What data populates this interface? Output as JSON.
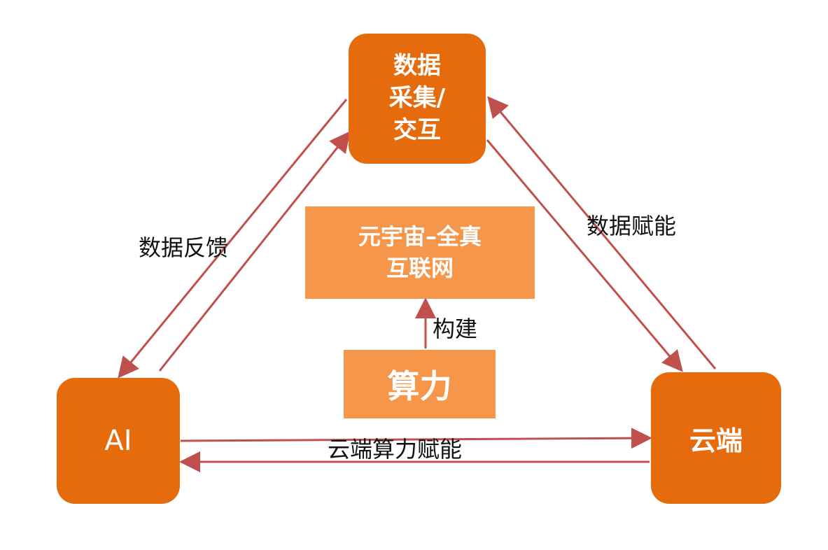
{
  "nodes": {
    "data_collection": {
      "lines": [
        "数据",
        "采集/",
        "交互"
      ]
    },
    "ai": {
      "label": "AI"
    },
    "cloud": {
      "label": "云端"
    },
    "metaverse": {
      "lines": [
        "元宇宙–全真",
        "互联网"
      ]
    },
    "compute": {
      "label": "算力"
    }
  },
  "edges": {
    "data_feedback": {
      "label": "数据反馈"
    },
    "data_empowerment": {
      "label": "数据赋能"
    },
    "build": {
      "label": "构建"
    },
    "cloud_compute_empowerment": {
      "label": "云端算力赋能"
    }
  },
  "colors": {
    "node_dark": "#e66b0c",
    "node_light": "#f5964a",
    "arrow": "#c0504d",
    "label_text": "#111111"
  }
}
